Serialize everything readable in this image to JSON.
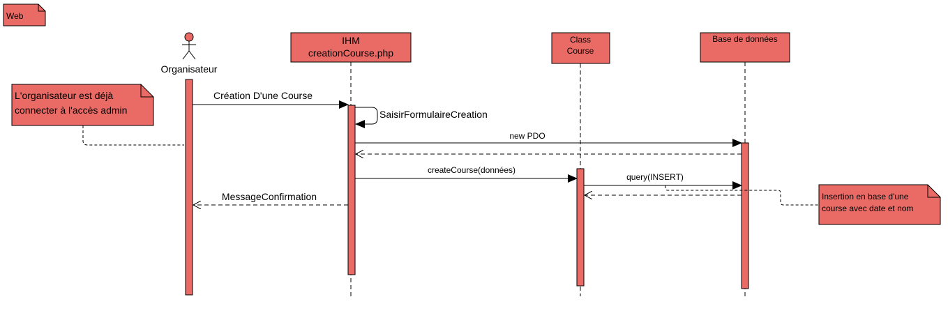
{
  "frame": {
    "label": "Web"
  },
  "actor": {
    "name": "Organisateur"
  },
  "lifelines": [
    {
      "label_lines": [
        "IHM",
        "creationCourse.php"
      ]
    },
    {
      "label_lines": [
        "Class",
        "Course"
      ]
    },
    {
      "label_lines": [
        "Base de données"
      ]
    }
  ],
  "messages": [
    {
      "label": "Création D'une Course"
    },
    {
      "label": "SaisirFormulaireCreation"
    },
    {
      "label": "new PDO"
    },
    {
      "label": "createCourse(données)"
    },
    {
      "label": "query(INSERT)"
    },
    {
      "label": "MessageConfirmation"
    }
  ],
  "notes": [
    {
      "lines": [
        "L'organisateur est déjà",
        "connecter à l'accès admin"
      ]
    },
    {
      "lines": [
        "Insertion en base d'une",
        "course avec date et nom"
      ]
    }
  ],
  "colors": {
    "fill": "#ea6b66",
    "stroke": "#000000"
  }
}
